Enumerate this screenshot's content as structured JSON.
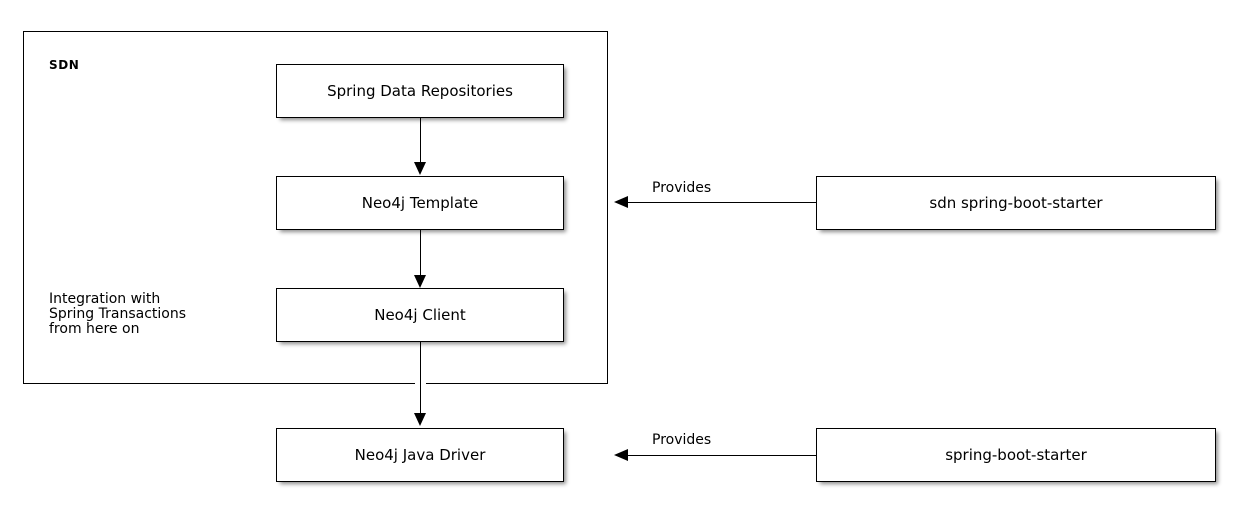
{
  "diagram": {
    "type": "component-layer-diagram",
    "background_color": "#ffffff",
    "line_color": "#000000",
    "node_fill": "#ffffff",
    "group": {
      "label": "SDN",
      "note_lines": [
        "Integration with",
        "Spring Transactions",
        "from here on"
      ]
    },
    "nodes": [
      {
        "id": "spring-data-repositories",
        "label": "Spring Data Repositories"
      },
      {
        "id": "neo4j-template",
        "label": "Neo4j Template"
      },
      {
        "id": "neo4j-client",
        "label": "Neo4j Client"
      },
      {
        "id": "neo4j-java-driver",
        "label": "Neo4j Java Driver"
      },
      {
        "id": "sdn-spring-boot-starter",
        "label": "sdn spring-boot-starter"
      },
      {
        "id": "spring-boot-starter",
        "label": "spring-boot-starter"
      }
    ],
    "edges": [
      {
        "from": "spring-data-repositories",
        "to": "neo4j-template",
        "label": ""
      },
      {
        "from": "neo4j-template",
        "to": "neo4j-client",
        "label": ""
      },
      {
        "from": "neo4j-client",
        "to": "neo4j-java-driver",
        "label": ""
      },
      {
        "from": "sdn-spring-boot-starter",
        "to": "neo4j-template",
        "label": "Provides"
      },
      {
        "from": "spring-boot-starter",
        "to": "neo4j-java-driver",
        "label": "Provides"
      }
    ]
  }
}
